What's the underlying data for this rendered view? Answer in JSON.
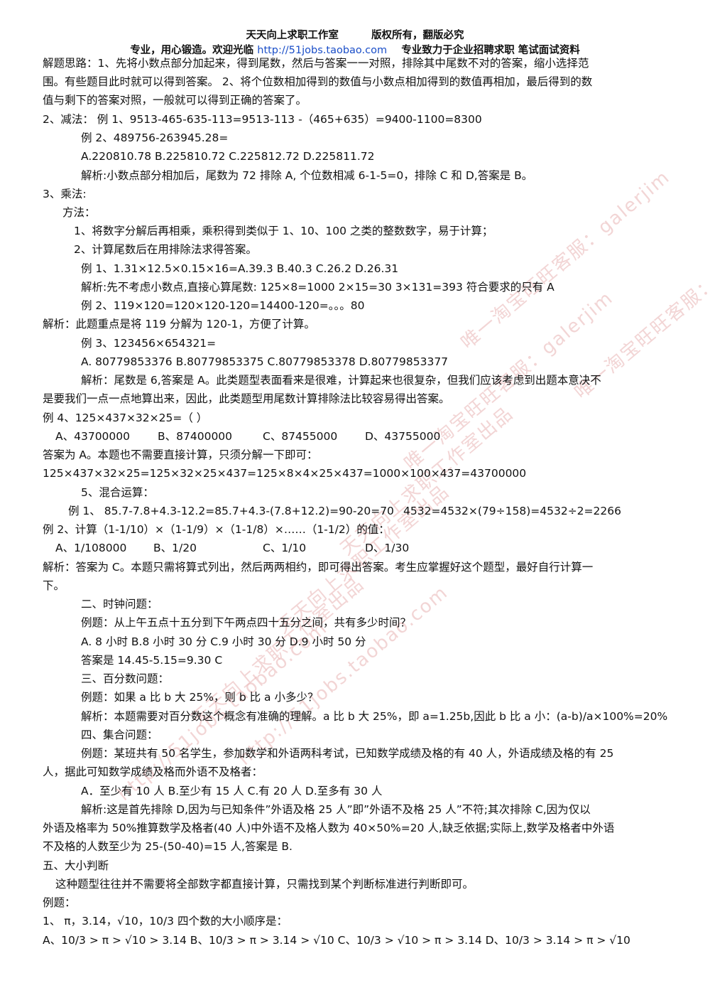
{
  "header": {
    "line1_left": "天天向上求职工作室",
    "line1_right": "版权所有，翻版必究",
    "line2_left": "专业，用心锻造。欢迎光临",
    "line2_link": "http://51jobs.taobao.com",
    "line2_right": "专业致力于企业招聘求职  笔试面试资料"
  },
  "watermark": {
    "w1": "唯一淘宝旺旺客服：galerjim",
    "w2": "唯一淘宝旺旺客服：galerjim",
    "w3": "唯一淘宝旺旺客服：galerjim",
    "w4": "天天向上求职工作室出品",
    "w5": "天天向上求职工作室出品",
    "w6": "天天向上求职工作室出品",
    "w7": "http://51jobs.taobao.com",
    "w8": "http://51jobs.taobao.com"
  },
  "lines": {
    "l1": "解题思路：1、先将小数点部分加起来，得到尾数，然后与答案一一对照，排除其中尾数不对的答案，缩小选择范",
    "l2": "围。有些题目此时就可以得到答案。 2、将个位数相加得到的数值与小数点相加得到的数值再相加，最后得到的数",
    "l3": "值与剩下的答案对照，一般就可以得到正确的答案了。",
    "l4": "2、减法：    例 1、9513-465-635-113=9513-113 -（465+635）=9400-1100=8300",
    "l5": "例 2、489756-263945.28=",
    "l6": "A.220810.78 B.225810.72 C.225812.72 D.225811.72",
    "l7": "解析:小数点部分相加后，尾数为 72  排除 A, 个位数相减 6-1-5=0，排除 C 和 D,答案是 B。",
    "l8": "3、乘法:",
    "l9": "方法：",
    "l10": "1、将数字分解后再相乘，乘积得到类似于 1、10、100 之类的整数数字，易于计算；",
    "l11": "2、计算尾数后在用排除法求得答案。",
    "l12": "例 1、1.31×12.5×0.15×16=A.39.3 B.40.3 C.26.2 D.26.31",
    "l13": "解析:先不考虑小数点,直接心算尾数: 125×8=1000 2×15=30 3×131=393  符合要求的只有 A",
    "l14": "例 2、119×120=120×120-120=14400-120=。。。80",
    "l15": "解析：此题重点是将 119 分解为 120-1，方便了计算。",
    "l16": "例 3、123456×654321=",
    "l17": "A. 80779853376 B.80779853375 C.80779853378 D.80779853377",
    "l18": "解析：尾数是 6,答案是 A。此类题型表面看来是很难，计算起来也很复杂，但我们应该考虑到出题本意决不",
    "l19": "是要我们一点一点地算出来，因此，此类题型用尾数计算排除法比较容易得出答案。",
    "l20": "例 4、125×437×32×25=（    ）",
    "l21a": "A、43700000",
    "l21b": "B、87400000",
    "l21c": "C、87455000",
    "l21d": "D、43755000",
    "l22": "答案为 A。本题也不需要直接计算，只须分解一下即可：",
    "l23": "125×437×32×25=125×32×25×437=125×8×4×25×437=1000×100×437=43700000",
    "l24": "5、混合运算：",
    "l25a": "例 1、    85.7-7.8+4.3-12.2=85.7+4.3-(7.8+12.2)=90-20=70",
    "l25b": "4532=4532×(79÷158)=4532÷2=2266",
    "l26": "例 2、计算（1-1/10）×（1-1/9）×（1-1/8）×……（1-1/2）的值：",
    "l27a": "A、1/108000",
    "l27b": "B、1/20",
    "l27c": "C、1/10",
    "l27d": "D、1/30",
    "l28": "解析：答案为 C。本题只需将算式列出，然后两两相约，即可得出答案。考生应掌握好这个题型，最好自行计算一",
    "l29": "下。",
    "l30": "二、时钟问题：",
    "l31": "例题：从上午五点十五分到下午两点四十五分之间，共有多少时间？",
    "l32": "A. 8 小时  B.8 小时 30 分  C.9 小时 30 分  D.9 小时 50 分",
    "l33": "答案是 14.45-5.15=9.30 C",
    "l34": "三、百分数问题：",
    "l35": "例题：如果 a 比 b 大 25%，则 b 比 a 小多少？",
    "l36": "解析：本题需要对百分数这个概念有准确的理解。a 比 b 大 25%，即 a=1.25b,因此 b 比 a 小：(a-b)/a×100%=20%",
    "l37": "四、集合问题：",
    "l38": "例题：某班共有 50 名学生，参加数学和外语两科考试，已知数学成绩及格的有 40 人，外语成绩及格的有 25",
    "l39": "人，据此可知数学成绩及格而外语不及格者：",
    "l40": "A．至少有 10 人  B.至少有 15 人  C.有 20 人  D.至多有 30 人",
    "l41": "解析:这是首先排除 D,因为与已知条件”外语及格 25 人”即”外语不及格 25 人”不符;其次排除 C,因为仅以",
    "l42": "外语及格率为 50%推算数学及格者(40 人)中外语不及格人数为 40×50%=20 人,缺乏依据;实际上,数学及格者中外语",
    "l43": "不及格的人数至少为 25-(50-40)=15 人,答案是 B.",
    "l44": "五、大小判断",
    "l45": "这种题型往往并不需要将全部数字都直接计算，只需找到某个判断标准进行判断即可。",
    "l46": "例题：",
    "l47": "1、 π，3.14，√10，10/3 四个数的大小顺序是：",
    "l48": "A、10/3 > π > √10 > 3.14   B、10/3 > π > 3.14 > √10   C、10/3 > √10 > π > 3.14   D、10/3 > 3.14 > π > √10"
  }
}
